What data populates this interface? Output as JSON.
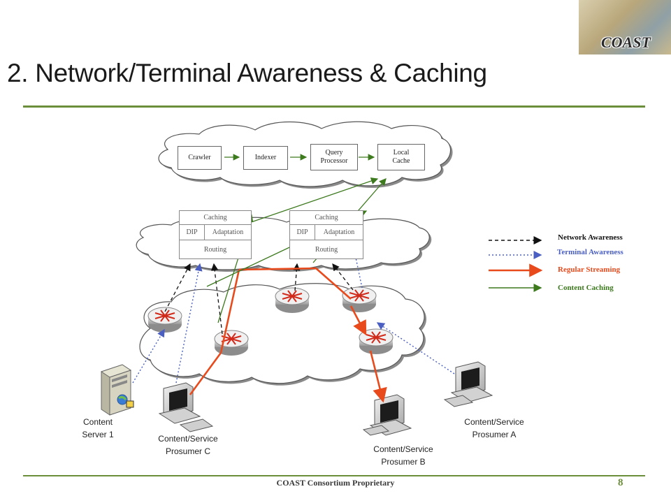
{
  "slide": {
    "title": "2. Network/Terminal Awareness & Caching",
    "footer": "COAST Consortium Proprietary",
    "page_number": "8",
    "logo_text": "COAST"
  },
  "search_cloud": {
    "crawler": "Crawler",
    "indexer": "Indexer",
    "query_processor": "Query Processor",
    "local_cache": "Local Cache"
  },
  "node_left": {
    "caching": "Caching",
    "dip": "DIP",
    "adaptation": "Adaptation",
    "routing": "Routing"
  },
  "node_right": {
    "caching": "Caching",
    "dip": "DIP",
    "adaptation": "Adaptation",
    "routing": "Routing"
  },
  "legend": {
    "network_awareness": "Network Awareness",
    "terminal_awareness": "Terminal Awareness",
    "regular_streaming": "Regular Streaming",
    "content_caching": "Content Caching",
    "colors": {
      "network": "#111111",
      "terminal": "#4a5fc1",
      "streaming": "#e84a1c",
      "caching": "#3d7a1e"
    }
  },
  "devices": {
    "server": "Content\nServer 1",
    "prosumer_c": "Content/Service\nProsumer C",
    "prosumer_b": "Content/Service\nProsumer B",
    "prosumer_a": "Content/Service\nProsumer A"
  }
}
